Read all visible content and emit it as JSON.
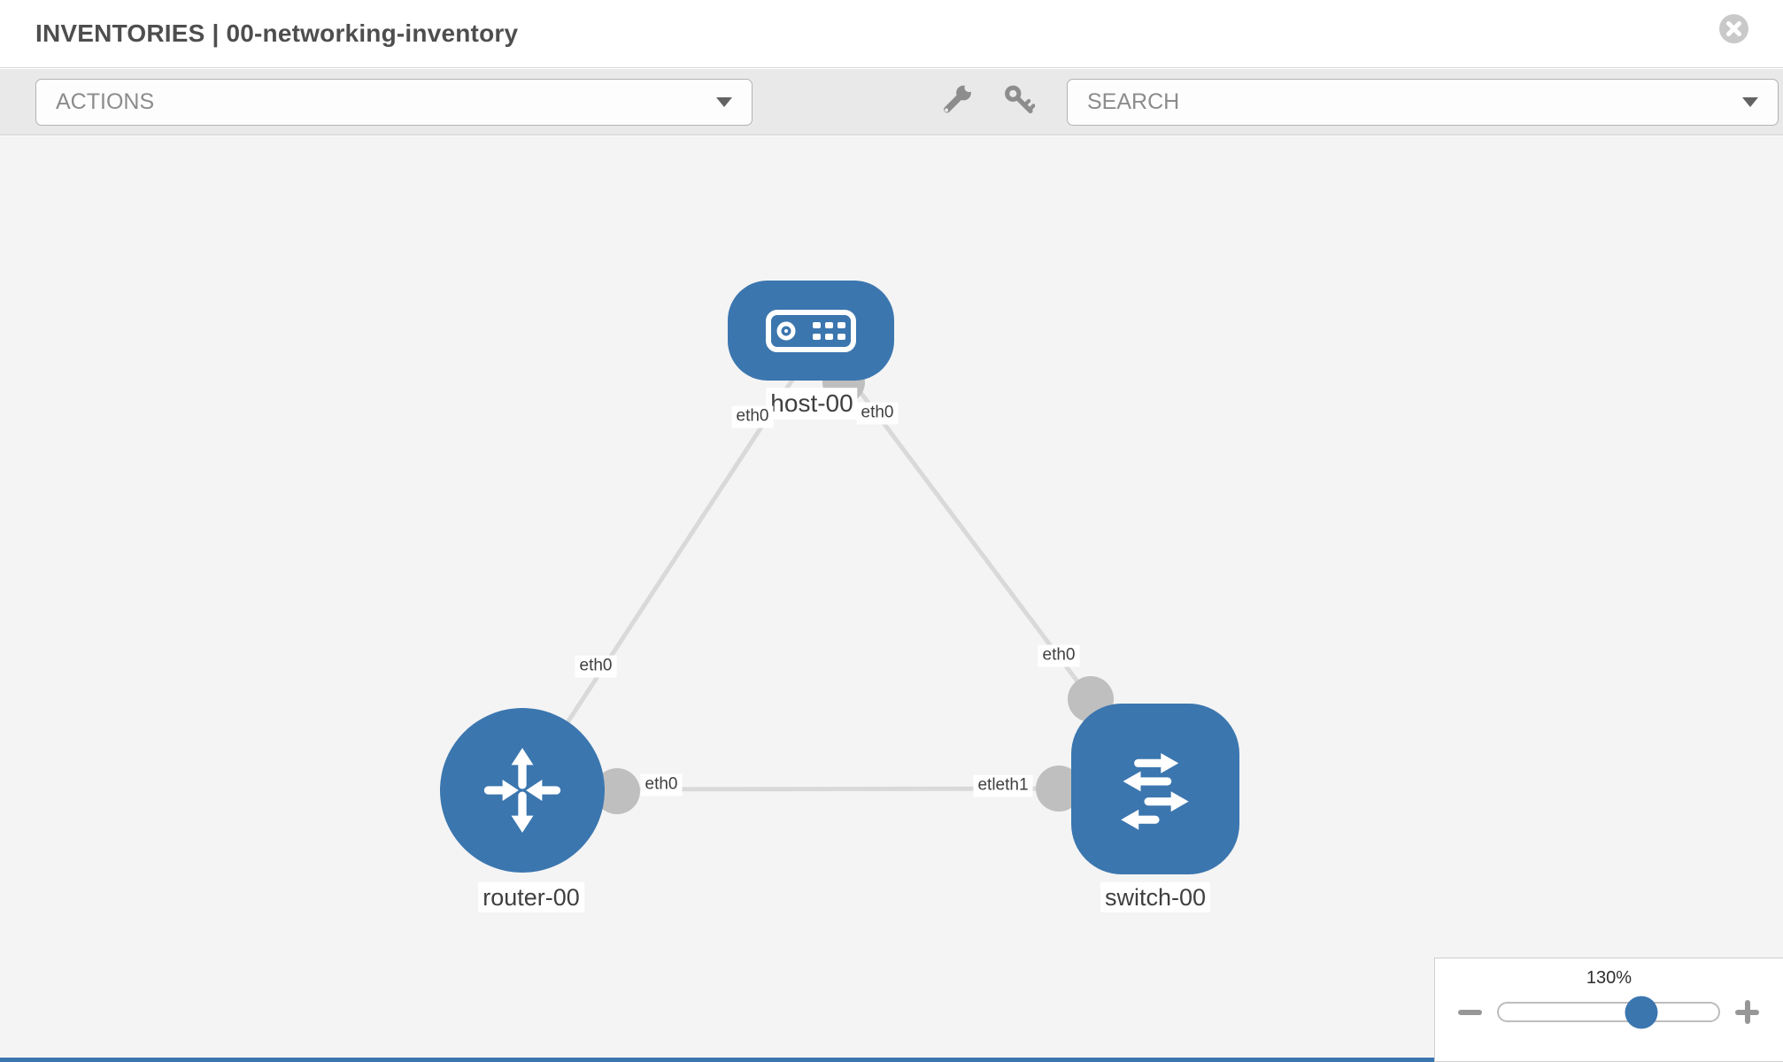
{
  "header": {
    "title": "INVENTORIES | 00-networking-inventory"
  },
  "toolbar": {
    "actions_label": "ACTIONS",
    "search_label": "SEARCH",
    "icons": [
      "wrench-icon",
      "key-icon"
    ]
  },
  "topology": {
    "type": "network-diagram",
    "nodes": [
      {
        "label": "host-00",
        "type": "host",
        "shape": "rounded-rect"
      },
      {
        "label": "router-00",
        "type": "router",
        "shape": "circle"
      },
      {
        "label": "switch-00",
        "type": "switch",
        "shape": "rounded-square"
      }
    ],
    "links": [
      {
        "source": "router-00",
        "target": "host-00",
        "source_interface": "eth0",
        "target_interface": "eth0"
      },
      {
        "source": "switch-00",
        "target": "host-00",
        "source_interface": "eth0",
        "target_interface": "eth0"
      },
      {
        "source": "router-00",
        "target": "switch-00",
        "source_interface": "eth0",
        "target_interface": "eth1",
        "target_interface_displayed": "etleth1"
      }
    ],
    "interface_labels": {
      "host_left": "eth0",
      "host_right": "eth0",
      "router_top": "eth0",
      "switch_top": "eth0",
      "link_mid_left": "eth0",
      "link_mid_right": "etleth1"
    }
  },
  "zoom_control": {
    "value": "130%",
    "percent": 65
  },
  "colors": {
    "node_blue": "#3b76af",
    "edge_gray": "#d9d9d9",
    "connector_gray": "#bfbfbf",
    "canvas_bg": "#f4f4f4",
    "toolbar_bg": "#e9e9e9"
  }
}
